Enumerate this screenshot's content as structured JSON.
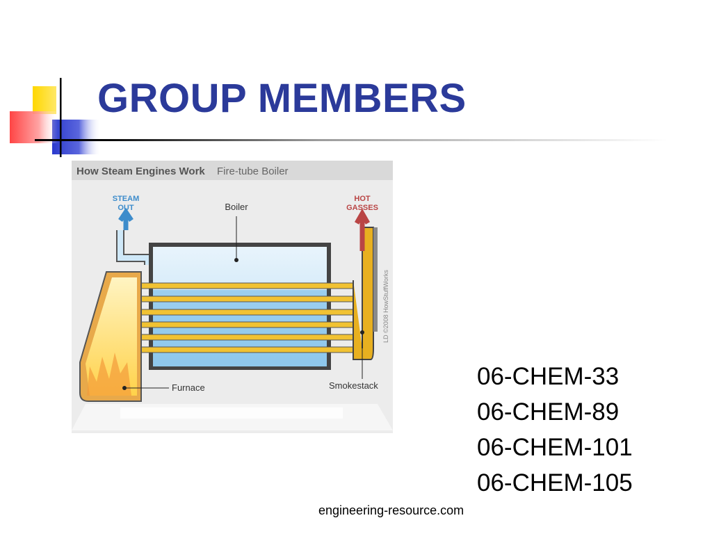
{
  "slide": {
    "title": "GROUP MEMBERS",
    "footer": "engineering-resource.com",
    "accent_colors": {
      "title": "#2b3a9a",
      "yellow": "#ffd700",
      "blue": "#2b3acd",
      "red": "#ff4040"
    }
  },
  "diagram": {
    "header_bold": "How Steam Engines Work",
    "header_light": "Fire-tube Boiler",
    "steam_out": [
      "STEAM",
      "OUT"
    ],
    "hot_gasses": [
      "HOT",
      "GASSES"
    ],
    "boiler_label": "Boiler",
    "furnace_label": "Furnace",
    "smokestack_label": "Smokestack",
    "credit": "LD ©2008 HowStuffWorks"
  },
  "members": [
    "06-CHEM-33",
    "06-CHEM-89",
    "06-CHEM-101",
    "06-CHEM-105"
  ]
}
